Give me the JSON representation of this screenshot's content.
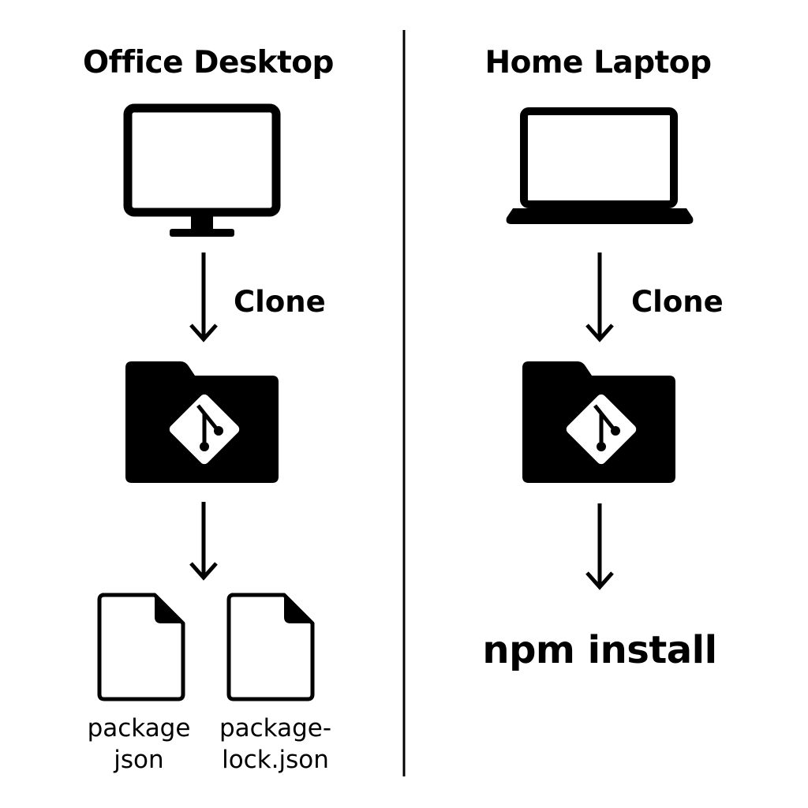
{
  "left": {
    "title": "Office Desktop",
    "clone_label": "Clone",
    "files": [
      {
        "line1": "package",
        "line2": "json"
      },
      {
        "line1": "package-",
        "line2": "lock.json"
      }
    ]
  },
  "right": {
    "title": "Home Laptop",
    "clone_label": "Clone",
    "command": "npm install"
  },
  "colors": {
    "foreground": "#000000",
    "background": "#ffffff"
  }
}
